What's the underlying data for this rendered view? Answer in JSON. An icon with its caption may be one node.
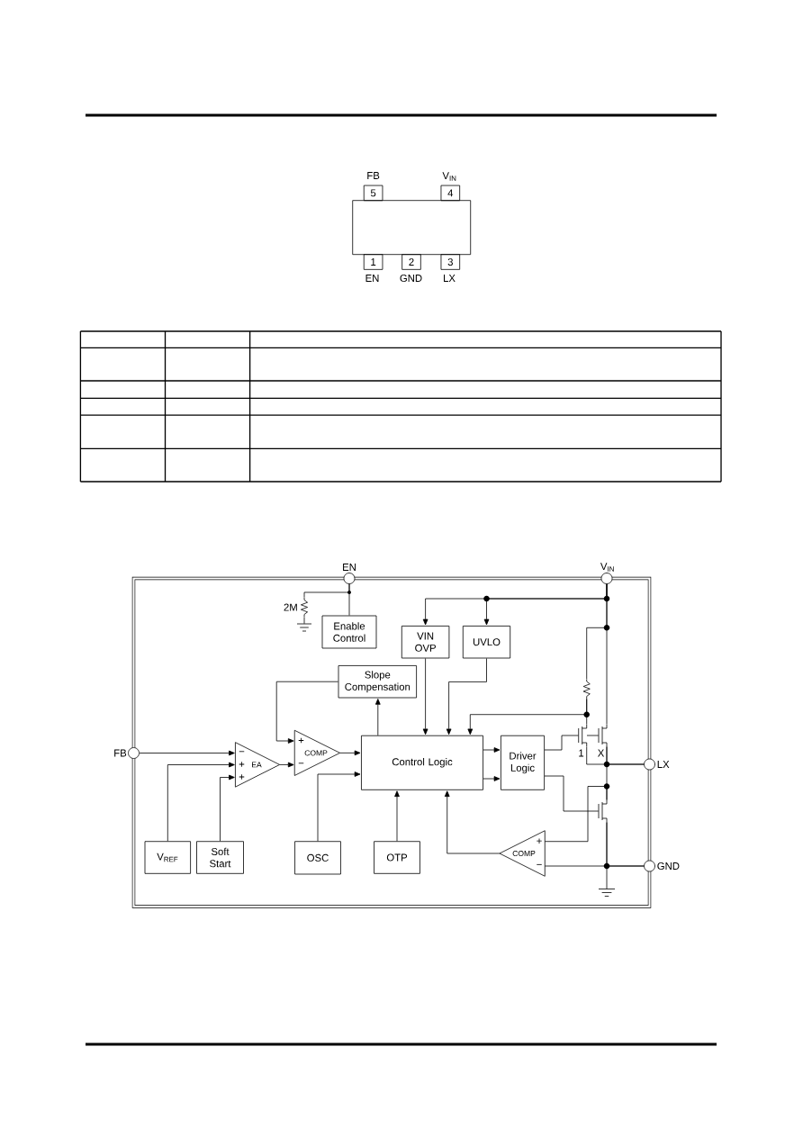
{
  "diagram": {
    "nodes": [
      {
        "text": [],
        "shape": "box"
      },
      {
        "text": [
          "5"
        ],
        "beside": [
          "FB"
        ]
      },
      {
        "text": [
          "4"
        ],
        "beside": [
          "V$_{IN}$"
        ]
      },
      {
        "text": [
          "1"
        ],
        "beside": [
          "EN"
        ]
      },
      {
        "text": [
          "2"
        ],
        "beside": [
          "GND"
        ]
      },
      {
        "text": [
          "3"
        ],
        "beside": [
          "LX"
        ]
      },
      {
        "text": [],
        "shape": "box"
      },
      {
        "text": [],
        "shape": "circle",
        "beside": [
          "EN"
        ]
      },
      {
        "text": [],
        "shape": "circle",
        "beside": [
          "V$_{IN}$"
        ]
      },
      {
        "text": [],
        "shape": "resistor",
        "beside": [
          "2M"
        ],
        "in": 6
      },
      {
        "text": [
          "Enable Control"
        ],
        "in": 6
      },
      {
        "text": [
          "VIN OVP"
        ],
        "in": 6
      },
      {
        "text": [
          "UVLO"
        ],
        "in": 6
      },
      {
        "text": [],
        "shape": "resistor",
        "in": 6
      },
      {
        "text": [
          "Slope Compensation"
        ],
        "in": 6
      },
      {
        "text": [],
        "shape": "circle",
        "beside": [
          "FB"
        ]
      },
      {
        "text": [
          "EA",
          "−",
          "+",
          "+"
        ],
        "in": 6
      },
      {
        "text": [
          "COMP",
          "+",
          "−"
        ],
        "in": 6
      },
      {
        "text": [
          "Control Logic"
        ],
        "in": 6
      },
      {
        "text": [
          "Driver Logic"
        ],
        "in": 6
      },
      {
        "text": [],
        "shape": "transistor",
        "beside": [
          "1"
        ],
        "in": 6
      },
      {
        "text": [],
        "shape": "transistor",
        "beside": [
          "X"
        ],
        "in": 6
      },
      {
        "text": [],
        "shape": "circle",
        "beside": [
          "LX"
        ]
      },
      {
        "text": [],
        "shape": "transistor",
        "in": 6
      },
      {
        "text": [
          "COMP",
          "+",
          "−"
        ],
        "in": 6
      },
      {
        "text": [],
        "shape": "circle",
        "beside": [
          "GND"
        ]
      },
      {
        "text": [
          "V$_{REF}$"
        ],
        "in": 6
      },
      {
        "text": [
          "Soft Start"
        ],
        "in": 6
      },
      {
        "text": [
          "OSC"
        ],
        "in": 6
      },
      {
        "text": [
          "OTP"
        ],
        "in": 6
      },
      {
        "text": [],
        "shape": "ground",
        "in": 6
      },
      {
        "text": [],
        "shape": "ground",
        "in": 6
      }
    ],
    "edges": [
      {
        "from": 7,
        "to": 10,
        "arrow": "none"
      },
      {
        "from": 7,
        "to": 9,
        "arrow": "none"
      },
      {
        "from": 9,
        "to": 30,
        "arrow": "none"
      },
      {
        "from": 8,
        "to": 11,
        "arrow": "to"
      },
      {
        "from": 8,
        "to": 12,
        "arrow": "to"
      },
      {
        "from": 8,
        "to": 13,
        "arrow": "none"
      },
      {
        "from": 8,
        "to": 21,
        "arrow": "none"
      },
      {
        "from": 13,
        "to": 20,
        "arrow": "none"
      },
      {
        "from": 13,
        "to": 18,
        "arrow": "to"
      },
      {
        "from": 11,
        "to": 18,
        "arrow": "to"
      },
      {
        "from": 12,
        "to": 18,
        "arrow": "to"
      },
      {
        "from": 18,
        "to": 14,
        "arrow": "to"
      },
      {
        "from": 14,
        "to": 17,
        "arrow": "to"
      },
      {
        "from": 15,
        "to": 16,
        "arrow": "to"
      },
      {
        "from": 26,
        "to": 16,
        "arrow": "to"
      },
      {
        "from": 27,
        "to": 16,
        "arrow": "to"
      },
      {
        "from": 16,
        "to": 17,
        "arrow": "to"
      },
      {
        "from": 17,
        "to": 18,
        "arrow": "to"
      },
      {
        "from": 28,
        "to": 18,
        "arrow": "to"
      },
      {
        "from": 29,
        "to": 18,
        "arrow": "to"
      },
      {
        "from": 18,
        "to": 19,
        "arrow": "to"
      },
      {
        "from": 18,
        "to": 19,
        "arrow": "to"
      },
      {
        "from": 19,
        "to": 20,
        "arrow": "none"
      },
      {
        "from": 20,
        "to": 21,
        "arrow": "none"
      },
      {
        "from": 19,
        "to": 23,
        "arrow": "none"
      },
      {
        "from": 20,
        "to": 22,
        "arrow": "none"
      },
      {
        "from": 21,
        "to": 22,
        "arrow": "none"
      },
      {
        "from": 21,
        "to": 23,
        "arrow": "none"
      },
      {
        "from": 23,
        "to": 24,
        "arrow": "none"
      },
      {
        "from": 23,
        "to": 25,
        "arrow": "none"
      },
      {
        "from": 25,
        "to": 24,
        "arrow": "none"
      },
      {
        "from": 23,
        "to": 31,
        "arrow": "none"
      },
      {
        "from": 24,
        "to": 18,
        "arrow": "to"
      }
    ]
  }
}
